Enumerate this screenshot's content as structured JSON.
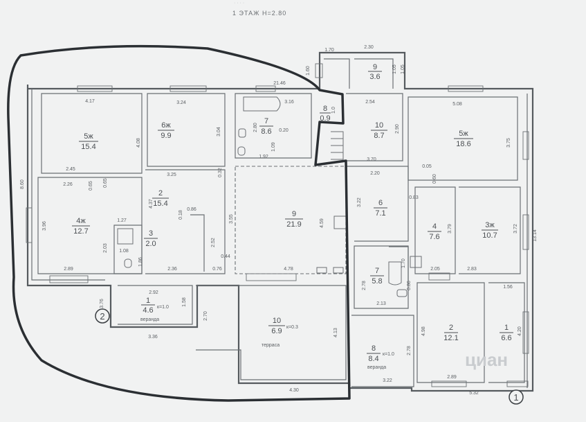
{
  "header": {
    "title": "1 ЭТАЖ Н=2.80"
  },
  "watermark": {
    "text": "циан"
  },
  "axis_labels": [
    "2",
    "1"
  ],
  "rooms": [
    {
      "num": "5ж",
      "area": "15.4"
    },
    {
      "num": "6ж",
      "area": "9.9"
    },
    {
      "num": "7",
      "area": "8.6"
    },
    {
      "num": "8",
      "area": "0.9"
    },
    {
      "num": "9",
      "area": "3.6"
    },
    {
      "num": "10",
      "area": "8.7"
    },
    {
      "num": "5ж",
      "area": "18.6"
    },
    {
      "num": "4ж",
      "area": "12.7"
    },
    {
      "num": "2",
      "area": "15.4"
    },
    {
      "num": "3",
      "area": "2.0"
    },
    {
      "num": "9",
      "area": "21.9"
    },
    {
      "num": "6",
      "area": "7.1"
    },
    {
      "num": "4",
      "area": "7.6"
    },
    {
      "num": "3ж",
      "area": "10.7"
    },
    {
      "num": "7",
      "area": "5.8"
    },
    {
      "num": "1",
      "area": "4.6",
      "k": "к=1.0",
      "label": "веранда"
    },
    {
      "num": "10",
      "area": "6.9",
      "k": "к=0.3",
      "label": "терраса"
    },
    {
      "num": "8",
      "area": "8.4",
      "k": "к=1.0",
      "label": "веранда"
    },
    {
      "num": "2",
      "area": "12.1"
    },
    {
      "num": "1",
      "area": "6.6"
    }
  ],
  "dimensions": [
    "1.70",
    "2.30",
    "1.60",
    "1.05",
    "1.05",
    "4.17",
    "3.24",
    "21.46",
    "3.16",
    "2.54",
    "5.08",
    "2.80",
    "3.04",
    "4.08",
    "0.20",
    "2.90",
    "3.75",
    "1.92",
    "1.09",
    "1.0",
    "3.70",
    "2.45",
    "3.25",
    "0.32",
    "2.20",
    "0.05",
    "0.60",
    "8.60",
    "2.26",
    "0.65",
    "0.65",
    "4.37",
    "0.83",
    "1.27",
    "0.18",
    "0.86",
    "3.55",
    "4.59",
    "3.22",
    "3.79",
    "3.72",
    "13.14",
    "3.96",
    "2.03",
    "1.08",
    "2.52",
    "1.86",
    "0.44",
    "1.70",
    "2.89",
    "2.36",
    "0.76",
    "4.78",
    "2.05",
    "2.83",
    "2.78",
    "0.86",
    "2.92",
    "1.56",
    "3.76",
    "1.58",
    "2.13",
    "2.70",
    "4.13",
    "4.98",
    "4.20",
    "3.36",
    "2.78",
    "2.89",
    "3.22",
    "4.30",
    "5.32"
  ],
  "colors": {
    "walls": "#555a5e",
    "marker": "#2b2f33",
    "paper": "#f1f2f2"
  }
}
